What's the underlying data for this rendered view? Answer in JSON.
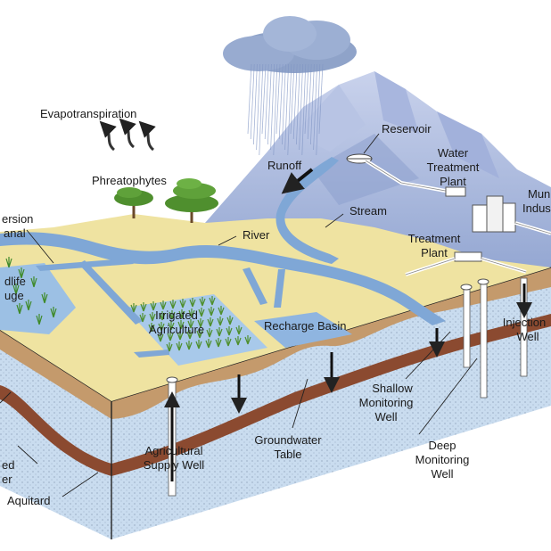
{
  "labels": {
    "evapotranspiration": "Evapotranspiration",
    "phreatophytes": "Phreatophytes",
    "runoff": "Runoff",
    "reservoir": "Reservoir",
    "water_treatment_plant": [
      "Water",
      "Treatment",
      "Plant"
    ],
    "municipal_industrial": [
      "Mun",
      "Indus"
    ],
    "diversion_canal": [
      "ersion",
      "anal"
    ],
    "stream": "Stream",
    "river": "River",
    "treatment_plant": [
      "Treatment",
      "Plant"
    ],
    "wildlife_refuge": [
      "dlife",
      "uge"
    ],
    "irrigated_agriculture": [
      "Irrigated",
      "Agriculture"
    ],
    "recharge_basin": "Recharge Basin",
    "injection_well": [
      "Injection",
      "Well"
    ],
    "shallow_monitoring_well": [
      "Shallow",
      "Monitoring",
      "Well"
    ],
    "deep_monitoring_well": [
      "Deep",
      "Monitoring",
      "Well"
    ],
    "groundwater_table": [
      "Groundwater",
      "Table"
    ],
    "agricultural_supply_well": [
      "Agricultural",
      "Supply Well"
    ],
    "confined_aquifer": [
      "ed",
      "er"
    ],
    "aquitard": "Aquitard"
  },
  "colors": {
    "sky": "#ffffff",
    "cloud": "#8fa3c9",
    "mountain": "#9fb0d8",
    "mountain_dark": "#7f93c2",
    "land": "#efe3a1",
    "water": "#7fa7d6",
    "soil": "#c49a6c",
    "aquifer": "#c9dcef",
    "aquitard": "#8b4a30",
    "tree": "#4f8f2e",
    "arrow": "#222222"
  }
}
